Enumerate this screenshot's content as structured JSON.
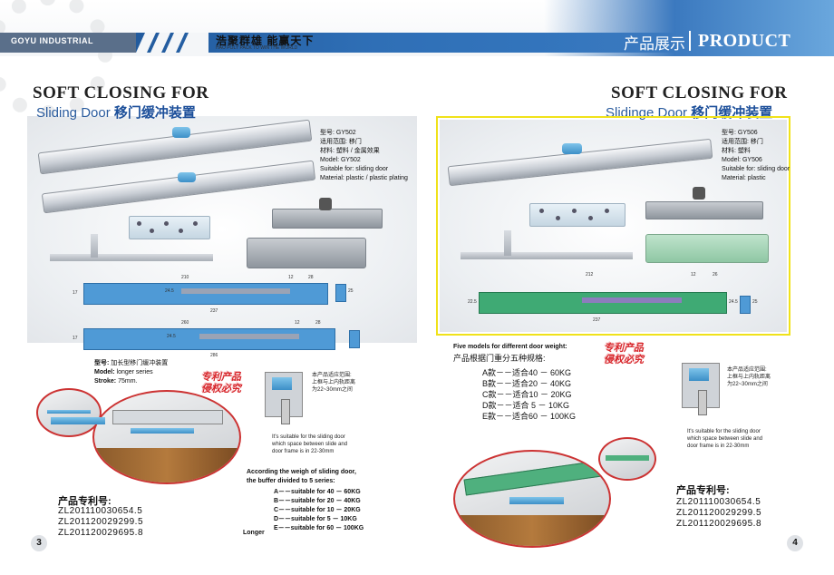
{
  "header": {
    "brand": "GOYU INDUSTRIAL",
    "slogan_cn": "浩聚群雄  能赢天下",
    "slogan_en": "HAO POLY PACK TO WIN THE WORLD",
    "product_cn": "产品展示",
    "product_en": "PRODUCT"
  },
  "left": {
    "title": "SOFT CLOSING FOR",
    "subtitle_en": "Sliding Door",
    "subtitle_cn": "移门缓冲装置",
    "spec": {
      "model_cn": "型号: GY502",
      "scope_cn": "适用范围: 移门",
      "material_cn": "材料: 塑料 / 金属效果",
      "model_en": "Model: GY502",
      "suitable_en": "Suitable for: sliding door",
      "material_en": "Material: plastic / plastic plating"
    },
    "dims": {
      "d1": "210",
      "d2": "12",
      "d3": "28",
      "d4": "237",
      "d5": "24.5",
      "d6": "17",
      "d7": "25",
      "d8": "260",
      "d9": "12",
      "d10": "28",
      "d11": "286",
      "d12": "24.5",
      "d13": "17"
    },
    "longer": {
      "model_cn": "型号:",
      "model_cn_val": "加长型移门缓冲装置",
      "model_en": "Model:",
      "model_en_val": "longer series",
      "stroke": "Stroke:",
      "stroke_val": "75mm."
    },
    "stamp_line1": "专利产品",
    "stamp_line2": "侵权必究",
    "note_cn1": "本产品适应范围:",
    "note_cn2": "上框与上内轨距离",
    "note_cn3": "为22~30mm之间",
    "note_en1": "It's suitable for the sliding door",
    "note_en2": "which space between slide and",
    "note_en3": "door frame is in 22-30mm",
    "weights_head1": "According the weigh of sliding door,",
    "weights_head2": "the buffer divided to 5 series:",
    "weights": [
      "A－－suitable for 40 －  60KG",
      "B－－suitable for 20 －  40KG",
      "C－－suitable for 10 －  20KG",
      "D－－suitable for   5  －  10KG",
      "E－－suitable for 60 － 100KG"
    ],
    "longer_label": "Longer",
    "patent_head": "产品专利号:",
    "patents": [
      "ZL201110030654.5",
      "ZL201120029299.5",
      "ZL201120029695.8"
    ],
    "page": "3"
  },
  "right": {
    "title": "SOFT CLOSING FOR",
    "subtitle_en": "Slidinge Door",
    "subtitle_cn": "移门缓冲装置",
    "spec": {
      "model_cn": "型号: GY506",
      "scope_cn": "适用范围: 移门",
      "material_cn": "材料: 塑料",
      "model_en": "Model: GY506",
      "suitable_en": "Suitable for: sliding door",
      "material_en": "Material: plastic"
    },
    "dims": {
      "d1": "212",
      "d2": "12",
      "d3": "26",
      "d4": "237",
      "d5": "22.5",
      "d6": "24.5",
      "d7": "25"
    },
    "five_models_en": "Five models for different door weight:",
    "five_models_cn": "产品根据门重分五种规格:",
    "weights_cn": [
      "A款－－适合40 －  60KG",
      "B款－－适合20 －  40KG",
      "C款－－适合10 －  20KG",
      "D款－－适合  5  －  10KG",
      "E款－－适合60 － 100KG"
    ],
    "stamp_line1": "专利产品",
    "stamp_line2": "侵权必究",
    "note_cn1": "本产品适应范围:",
    "note_cn2": "上框与上内轨距离",
    "note_cn3": "为22~30mm之间",
    "note_en1": "It's suitable for the sliding door",
    "note_en2": "which space between slide and",
    "note_en3": "door frame is in 22-30mm",
    "patent_head": "产品专利号:",
    "patents": [
      "ZL201110030654.5",
      "ZL201120029299.5",
      "ZL201120029695.8"
    ],
    "page": "4"
  },
  "colors": {
    "accent_blue": "#2f6fb6",
    "stamp_red": "#d7262b",
    "highlight_yellow": "#f0e21a",
    "drawing_blue": "#4f9ad6",
    "drawing_green": "#3faa74"
  }
}
